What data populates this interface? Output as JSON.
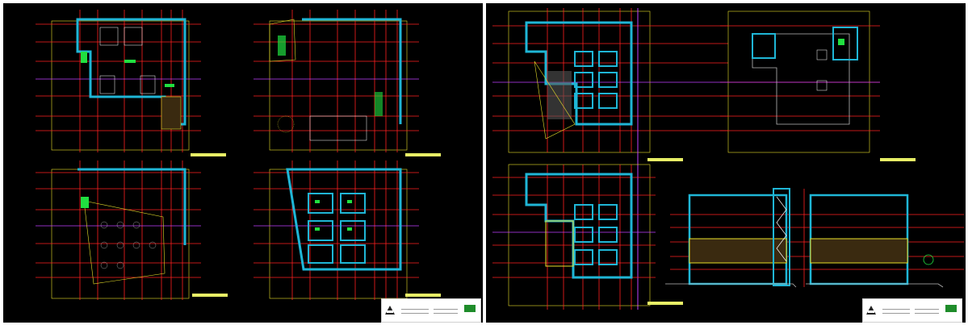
{
  "drawing": {
    "sheets": [
      {
        "id": "sheet-1",
        "plans": [
          "floor-plan-1",
          "floor-plan-2",
          "floor-plan-3",
          "floor-plan-4"
        ],
        "title_block": {
          "company": "",
          "project": ""
        }
      },
      {
        "id": "sheet-2",
        "plans": [
          "floor-plan-5",
          "roof-plan",
          "floor-plan-6",
          "elevation-front",
          "elevation-side"
        ],
        "title_block": {
          "company": "",
          "project": ""
        }
      }
    ],
    "colors": {
      "background": "#000000",
      "grid_red": "#ff2020",
      "grid_magenta": "#c040ff",
      "wall_cyan": "#1fb6d6",
      "accent_green": "#20e040",
      "accent_yellow": "#e8e02a",
      "title_green": "#e8f066"
    }
  }
}
